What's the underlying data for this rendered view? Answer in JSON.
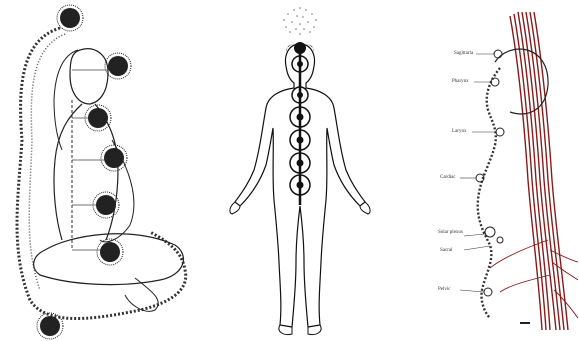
{
  "figure": {
    "panels": [
      {
        "name": "seated-figure-with-energy-channels"
      },
      {
        "name": "standing-figure-with-chakras"
      },
      {
        "name": "anatomical-nerve-plexuses"
      }
    ]
  },
  "anatomy_labels": [
    "Sagittaria",
    "Pharynx",
    "Larynx",
    "Cardiac",
    "Solar plexus",
    "Sacral",
    "Pelvic"
  ],
  "colors": {
    "ink": "#1a1a1a",
    "nerve_red": "#8a1a1a",
    "background": "#ffffff"
  }
}
